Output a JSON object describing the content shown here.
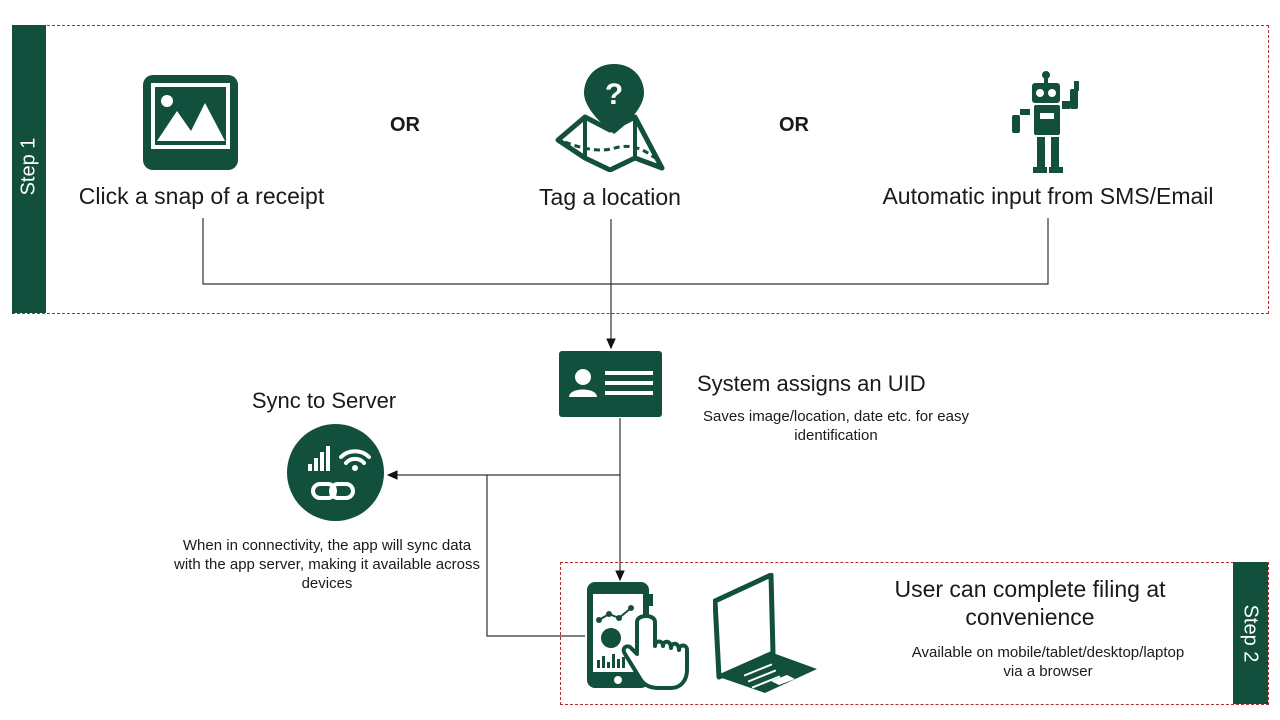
{
  "step1": {
    "label": "Step 1",
    "options": [
      {
        "text": "Click a snap of a receipt",
        "icon": "image-icon"
      },
      {
        "text": "Tag a location",
        "icon": "map-location-icon"
      },
      {
        "text": "Automatic input from SMS/Email",
        "icon": "robot-icon"
      }
    ],
    "or_1": "OR",
    "or_2": "OR"
  },
  "system": {
    "title": "System assigns an UID",
    "description": "Saves image/location, date etc. for easy identification",
    "icon": "id-card-icon"
  },
  "sync": {
    "title": "Sync to Server",
    "description": "When in connectivity, the app will sync data with the app server, making it available across devices",
    "icon": "sync-server-icon"
  },
  "step2": {
    "label": "Step 2",
    "title": "User can complete filing at convenience",
    "description": "Available on mobile/tablet/desktop/laptop via a browser",
    "icons": [
      "mobile-touch-icon",
      "laptop-icon"
    ]
  },
  "colors": {
    "primary": "#124f3d",
    "border": "#b52a2a"
  }
}
